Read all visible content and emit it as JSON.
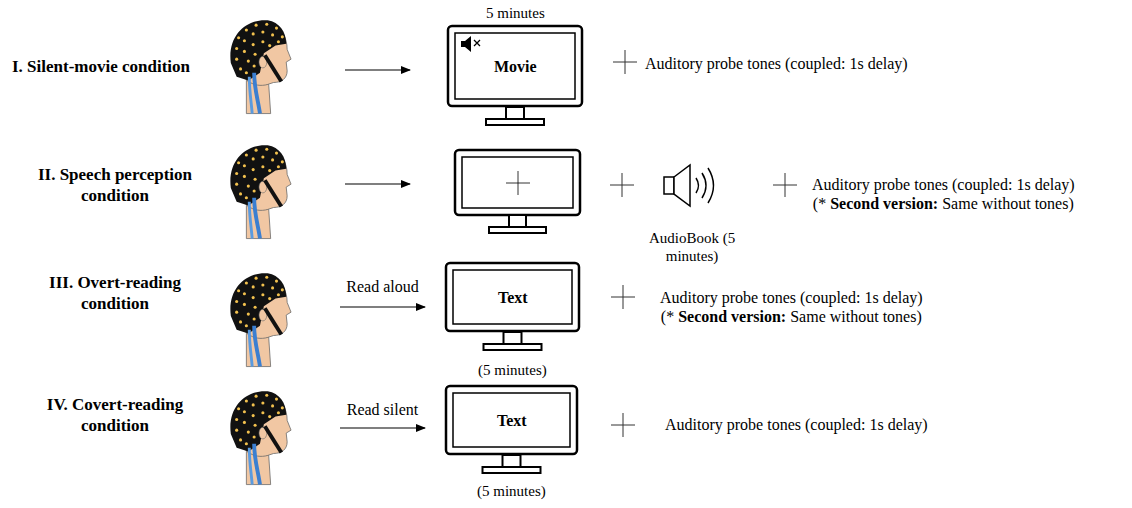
{
  "diagram": {
    "nodes": [
      {
        "text": [
          "5 minutes",
          "Movie"
        ]
      },
      {
        "text": [
          "AudioBook (5 minutes)"
        ]
      },
      {
        "text": [
          "Text",
          "(5 minutes)"
        ]
      },
      {
        "text": [
          "Text",
          "(5 minutes)"
        ]
      }
    ],
    "labels": [
      "I. Silent-movie condition",
      "Auditory probe tones (coupled: 1s delay)",
      "II. Speech perception condition",
      "Auditory probe tones (coupled: 1s delay)",
      "(*",
      "Second version:",
      "Same without tones)",
      "III. Overt-reading condition",
      "Read aloud",
      "Auditory probe tones (coupled: 1s delay)",
      "(*",
      "Second version:",
      "Same without tones)",
      "IV. Covert-reading condition",
      "Read silent",
      "Auditory probe tones (coupled: 1s delay)"
    ]
  }
}
